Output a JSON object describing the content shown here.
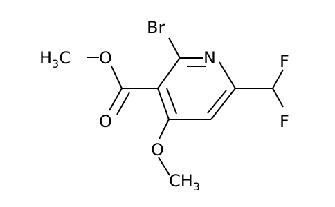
{
  "molecule": {
    "atoms": {
      "bromine": "Br",
      "ring_nitrogen": "N",
      "ester_oxygen": "O",
      "carbonyl_oxygen": "O",
      "methoxy_oxygen": "O",
      "fluorine_top": "F",
      "fluorine_bottom": "F",
      "ester_methyl_h": "H",
      "ester_methyl_sub": "3",
      "ester_methyl_c": "C",
      "methoxy_methyl_c": "CH",
      "methoxy_methyl_sub": "3"
    },
    "colors": {
      "bond": "#000000",
      "label": "#000000",
      "background": "#ffffff"
    }
  }
}
